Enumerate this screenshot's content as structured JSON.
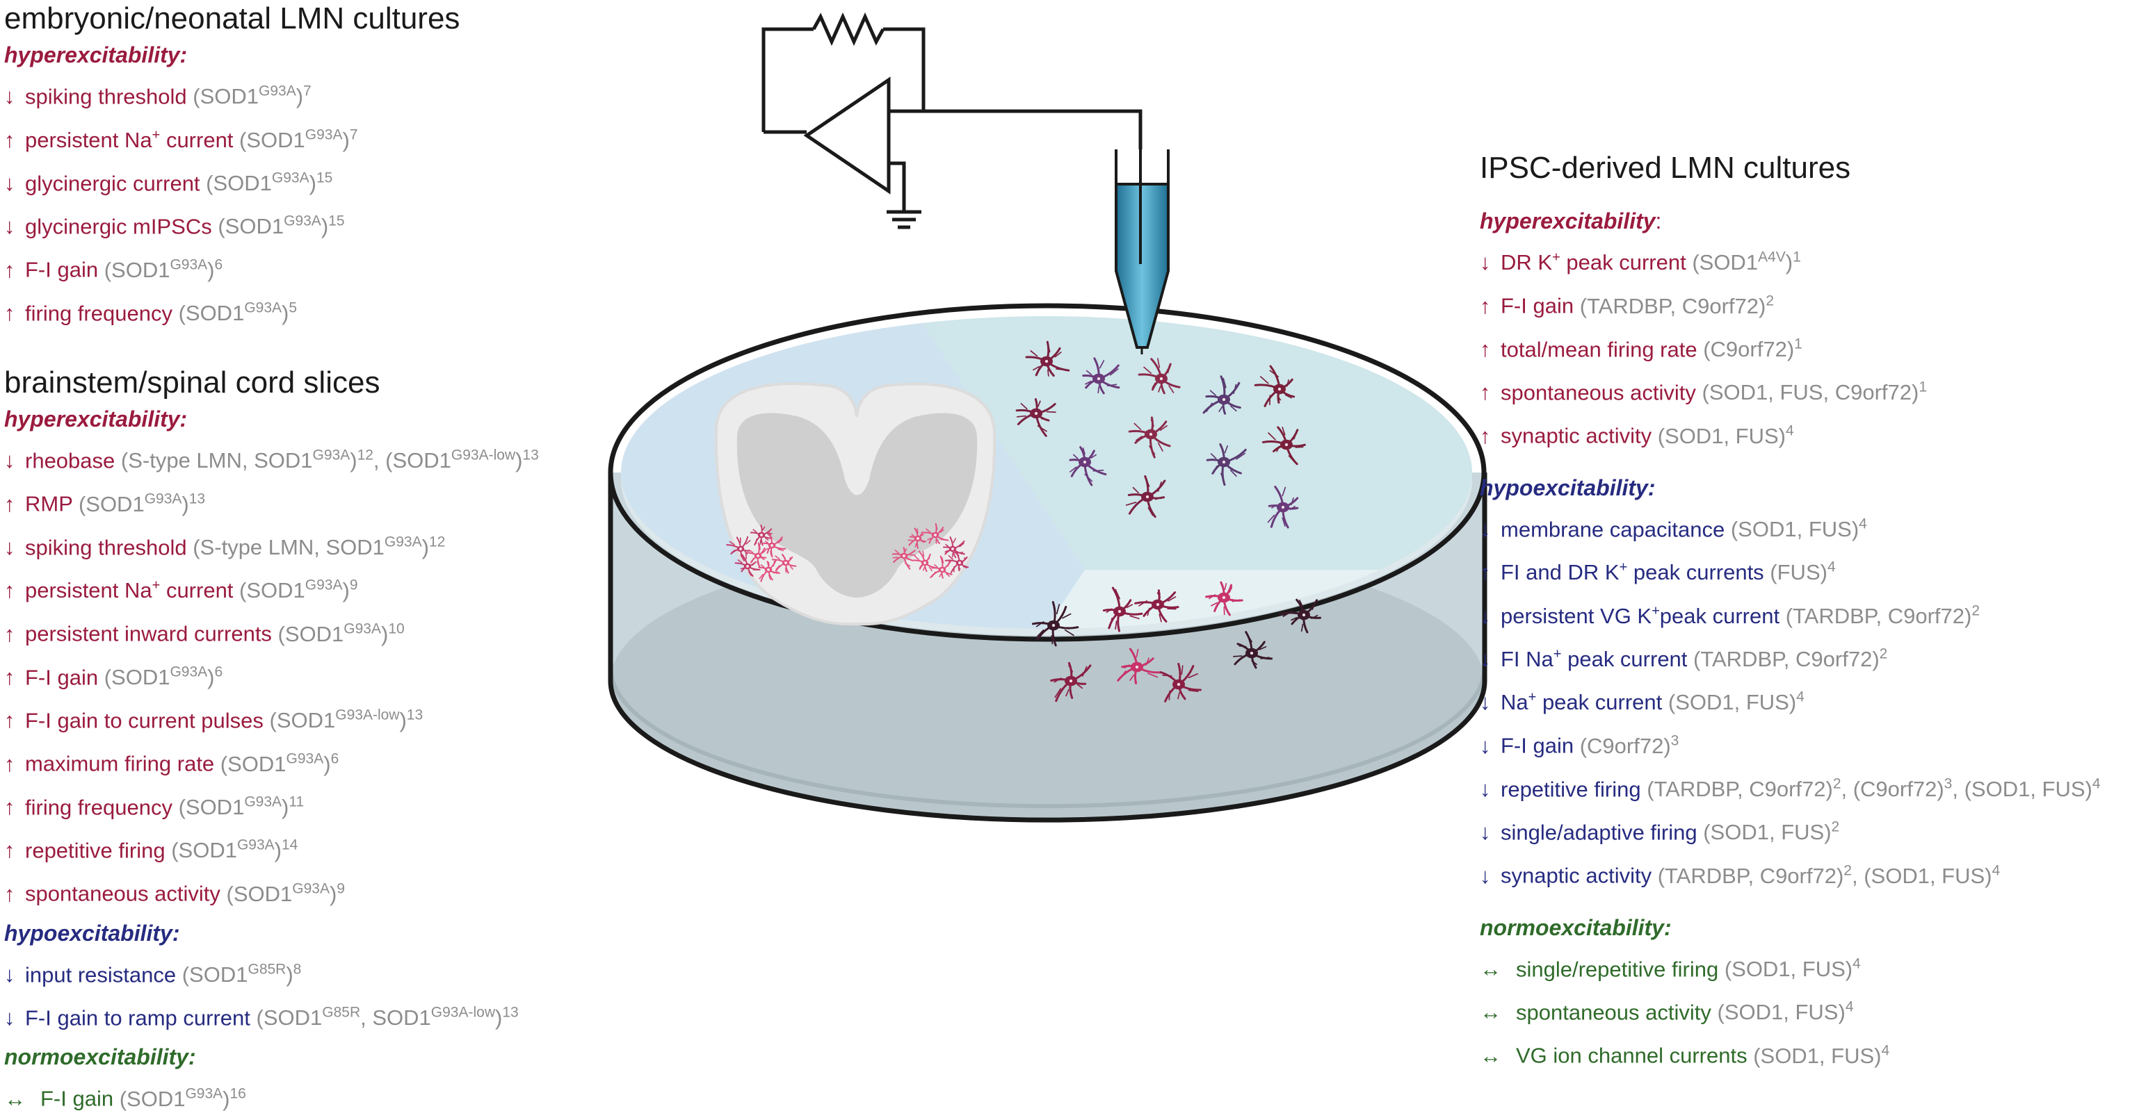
{
  "left": {
    "embryonic": {
      "heading": "embryonic/neonatal LMN cultures",
      "groups": [
        {
          "cls": "hyper",
          "label": "hyperexcitability:",
          "items": [
            {
              "arrow": "↓",
              "feat": "spiking threshold",
              "ref": " (SOD1<sup>G93A</sup>)<sup>7</sup>"
            },
            {
              "arrow": "↑",
              "feat": "persistent Na<sup>+</sup> current",
              "ref": " (SOD1<sup>G93A</sup>)<sup>7</sup>"
            },
            {
              "arrow": "↓",
              "feat": "glycinergic current",
              "ref": " (SOD1<sup>G93A</sup>)<sup>15</sup>"
            },
            {
              "arrow": "↓",
              "feat": "glycinergic mIPSCs",
              "ref": " (SOD1<sup>G93A</sup>)<sup>15</sup>"
            },
            {
              "arrow": "↑",
              "feat": "F-I gain",
              "ref": " (SOD1<sup>G93A</sup>)<sup>6</sup>"
            },
            {
              "arrow": "↑",
              "feat": "firing frequency",
              "ref": " (SOD1<sup>G93A</sup>)<sup>5</sup>"
            }
          ]
        }
      ]
    },
    "slices": {
      "heading": "brainstem/spinal cord slices",
      "groups": [
        {
          "cls": "hyper",
          "label": "hyperexcitability:",
          "items": [
            {
              "arrow": "↓",
              "feat": "rheobase",
              "ref": " (S-type LMN, SOD1<sup>G93A</sup>)<sup>12</sup>, (SOD1<sup>G93A-low</sup>)<sup>13</sup>"
            },
            {
              "arrow": "↑",
              "feat": "RMP",
              "ref": " (SOD1<sup>G93A</sup>)<sup>13</sup>"
            },
            {
              "arrow": "↓",
              "feat": "spiking threshold",
              "ref": " (S-type LMN, SOD1<sup>G93A</sup>)<sup>12</sup>"
            },
            {
              "arrow": "↑",
              "feat": "persistent Na<sup>+</sup> current",
              "ref": " (SOD1<sup>G93A</sup>)<sup>9</sup>"
            },
            {
              "arrow": "↑",
              "feat": "persistent inward currents",
              "ref": " (SOD1<sup>G93A</sup>)<sup>10</sup>"
            },
            {
              "arrow": "↑",
              "feat": "F-I gain",
              "ref": " (SOD1<sup>G93A</sup>)<sup>6</sup>"
            },
            {
              "arrow": "↑",
              "feat": "F-I gain to current pulses",
              "ref": " (SOD1<sup>G93A-low</sup>)<sup>13</sup>"
            },
            {
              "arrow": "↑",
              "feat": "maximum firing rate",
              "ref": " (SOD1<sup>G93A</sup>)<sup>6</sup>"
            },
            {
              "arrow": "↑",
              "feat": "firing frequency",
              "ref": " (SOD1<sup>G93A</sup>)<sup>11</sup>"
            },
            {
              "arrow": "↑",
              "feat": "repetitive firing",
              "ref": " (SOD1<sup>G93A</sup>)<sup>14</sup>"
            },
            {
              "arrow": "↑",
              "feat": "spontaneous activity",
              "ref": " (SOD1<sup>G93A</sup>)<sup>9</sup>"
            }
          ]
        },
        {
          "cls": "hypo",
          "label": "hypoexcitability:",
          "items": [
            {
              "arrow": "↓",
              "feat": "input resistance",
              "ref": " (SOD1<sup>G85R</sup>)<sup>8</sup>"
            },
            {
              "arrow": "↓",
              "feat": "F-I gain to ramp current",
              "ref": " (SOD1<sup>G85R</sup>, SOD1<sup>G93A-low</sup>)<sup>13</sup>"
            }
          ]
        },
        {
          "cls": "normo",
          "label": "normoexcitability:",
          "items": [
            {
              "arrow": "↔",
              "feat": "F-I gain",
              "ref": " (SOD1<sup>G93A</sup>)<sup>16</sup>"
            }
          ]
        }
      ]
    }
  },
  "right": {
    "ipsc": {
      "heading": "IPSC-derived LMN cultures",
      "groups": [
        {
          "cls": "hyper",
          "label": "hyperexcitability",
          "label_suffix": ":",
          "items": [
            {
              "arrow": "↓",
              "feat": "DR K<sup>+</sup> peak current",
              "ref": " (SOD1<sup>A4V</sup>)<sup>1</sup>"
            },
            {
              "arrow": "↑",
              "feat": "F-I gain",
              "ref": " (TARDBP, C9orf72)<sup>2</sup>"
            },
            {
              "arrow": "↑",
              "feat": "total/mean firing rate",
              "ref": " (C9orf72)<sup>1</sup>"
            },
            {
              "arrow": "↑",
              "feat": "spontaneous activity",
              "ref": " (SOD1, FUS, C9orf72)<sup>1</sup>"
            },
            {
              "arrow": "↑",
              "feat": "synaptic activity",
              "ref": " (SOD1, FUS)<sup>4</sup>"
            }
          ]
        },
        {
          "cls": "hypo",
          "label": "hypoexcitability:",
          "items": [
            {
              "arrow": "↓",
              "feat": "membrane capacitance",
              "ref": " (SOD1, FUS)<sup>4</sup>"
            },
            {
              "arrow": "↑",
              "feat": "FI and DR K<sup>+</sup> peak currents",
              "ref": " (FUS)<sup>4</sup>"
            },
            {
              "arrow": "↓",
              "feat": "persistent VG K<sup>+</sup>peak current",
              "ref": " (TARDBP, C9orf72)<sup>2</sup>"
            },
            {
              "arrow": "↓",
              "feat": "FI Na<sup>+</sup> peak current",
              "ref": " (TARDBP, C9orf72)<sup>2</sup>"
            },
            {
              "arrow": "↓",
              "feat": "Na<sup>+</sup> peak current",
              "ref": " (SOD1, FUS)<sup>4</sup>"
            },
            {
              "arrow": "↓",
              "feat": "F-I gain",
              "ref": " (C9orf72)<sup>3</sup>"
            },
            {
              "arrow": "↓",
              "feat": "repetitive firing",
              "ref": " (TARDBP, C9orf72)<sup>2</sup>, (C9orf72)<sup>3</sup>, (SOD1, FUS)<sup>4</sup>"
            },
            {
              "arrow": "↓",
              "feat": "single/adaptive firing",
              "ref": " (SOD1, FUS)<sup>2</sup>"
            },
            {
              "arrow": "↓",
              "feat": "synaptic activity",
              "ref": " (TARDBP, C9orf72)<sup>2</sup>, (SOD1, FUS)<sup>4</sup>"
            }
          ]
        },
        {
          "cls": "normo",
          "label": "normoexcitability:",
          "items": [
            {
              "arrow": "↔",
              "feat": "single/repetitive firing",
              "ref": " (SOD1, FUS)<sup>4</sup>"
            },
            {
              "arrow": "↔",
              "feat": "spontaneous activity",
              "ref": " (SOD1, FUS)<sup>4</sup>"
            },
            {
              "arrow": "↔",
              "feat": "VG ion channel currents",
              "ref": " (SOD1, FUS)<sup>4</sup>"
            }
          ]
        }
      ]
    }
  },
  "colors": {
    "hyper": "#9a1b3e",
    "hypo": "#262b80",
    "normo": "#2f6b2a",
    "ref": "#8c8c8c",
    "dish_blue": "#cfe2f0",
    "dish_teal": "#cfe6ea",
    "dish_pale": "#e6f1f3",
    "pipette": "#3a9fc0"
  },
  "icons": {
    "circuit": "patch-clamp-amplifier-icon",
    "pipette": "recording-pipette-icon",
    "dish": "petri-dish-icon",
    "spinal_cord": "spinal-cord-section-icon",
    "neurons": "motor-neuron-icon"
  }
}
